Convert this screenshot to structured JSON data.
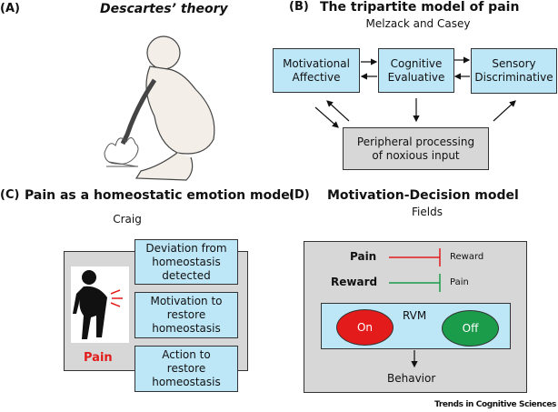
{
  "panelA": {
    "label": "(A)",
    "title": "Descartes’ theory"
  },
  "panelB": {
    "label": "(B)",
    "title": "The tripartite model of pain",
    "subtitle": "Melzack and Casey",
    "boxes": [
      "Motivational Affective",
      "Cognitive Evaluative",
      "Sensory Discriminative",
      "Peripheral processing of noxious input"
    ]
  },
  "panelC": {
    "label": "(C)",
    "title": "Pain as a homeostatic emotion model",
    "subtitle": "Craig",
    "pain": "Pain",
    "steps": [
      "Deviation from homeostasis detected",
      "Motivation to restore homeostasis",
      "Action to restore homeostasis"
    ]
  },
  "panelD": {
    "label": "(D)",
    "title": "Motivation-Decision model",
    "subtitle": "Fields",
    "pain": "Pain",
    "reward": "Reward",
    "inhibits_reward": "Reward",
    "inhibits_pain": "Pain",
    "rvm": "RVM",
    "on": "On",
    "off": "Off",
    "behavior": "Behavior"
  },
  "footer": "Trends in Cognitive Sciences",
  "colors": {
    "box_blue": "#bde6f7",
    "box_gray": "#d7d7d7",
    "red": "#e31b1b",
    "green": "#1a9c4a"
  }
}
